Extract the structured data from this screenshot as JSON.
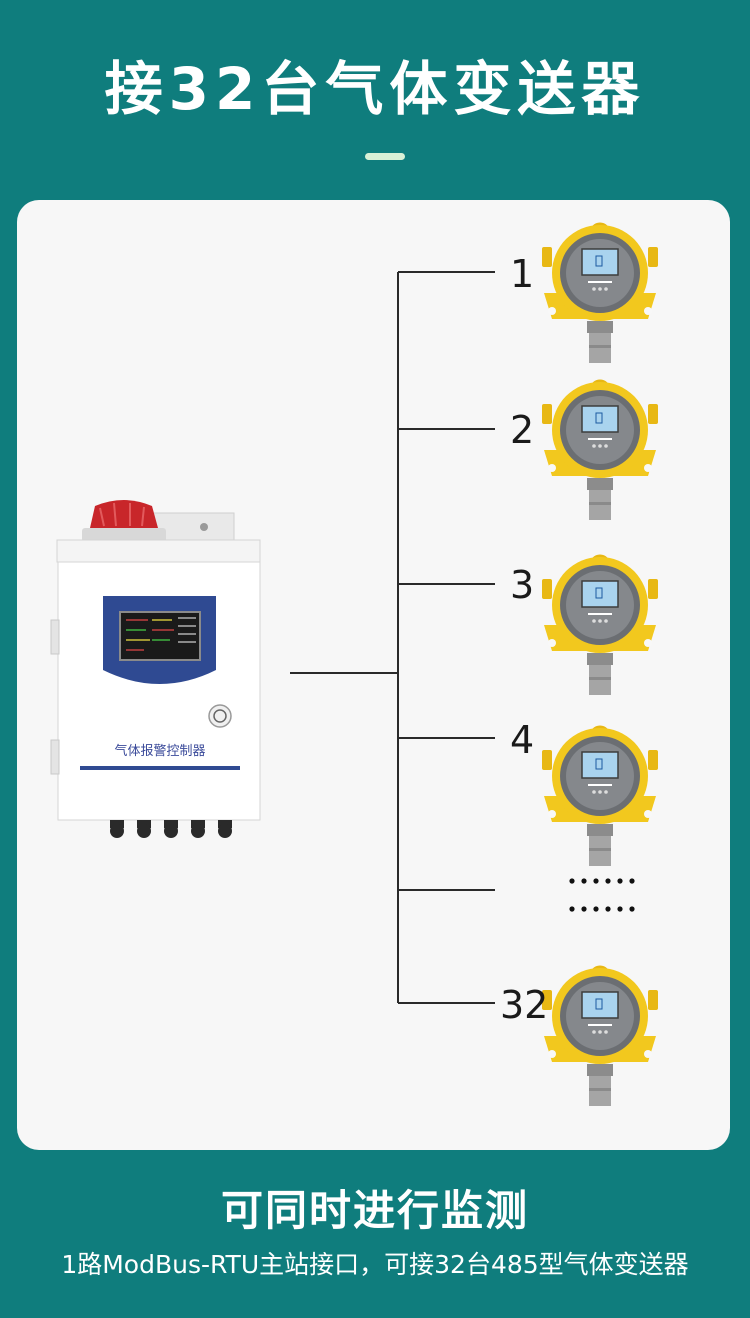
{
  "header": {
    "title": "接32台气体变送器"
  },
  "controller": {
    "label": "气体报警控制器"
  },
  "transmitters": [
    {
      "label": "1"
    },
    {
      "label": "2"
    },
    {
      "label": "3"
    },
    {
      "label": "4"
    },
    {
      "label": "32"
    }
  ],
  "ellipsis": {
    "row1": "••••••",
    "row2": "••••••"
  },
  "footer": {
    "headline": "可同时进行监测",
    "description": "1路ModBus-RTU主站接口，可接32台485型气体变送器"
  },
  "colors": {
    "background": "#0f7d7d",
    "card": "#f7f7f7",
    "transmitter_body": "#f2c81e",
    "transmitter_face": "#6b6e72",
    "screen": "#a9d3ee",
    "controller_panel": "#2f4a92",
    "alarm_light": "#c8262a"
  }
}
